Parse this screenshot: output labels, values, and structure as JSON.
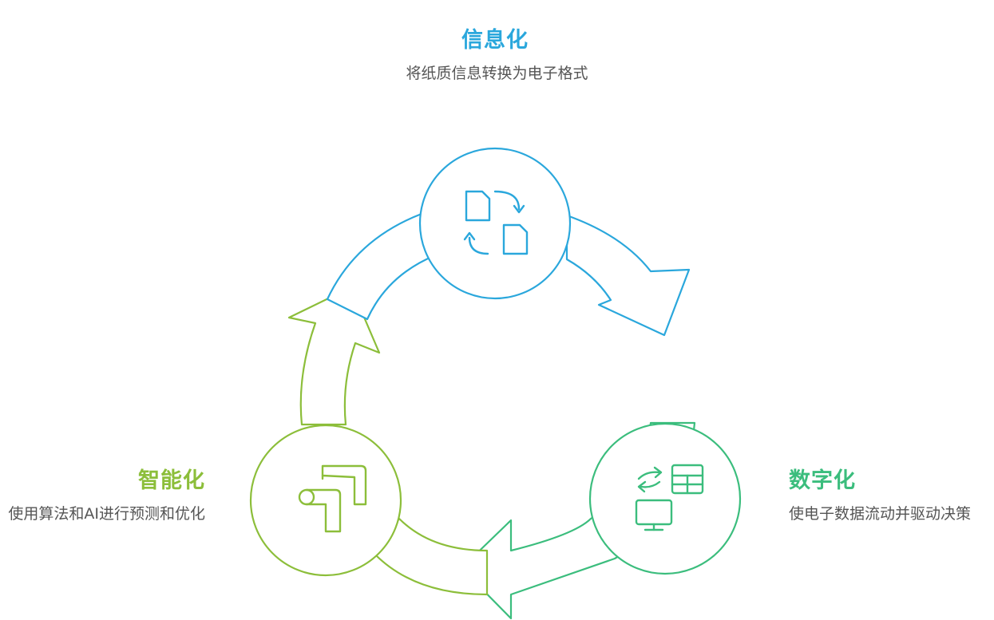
{
  "colors": {
    "informatization": "#2aa7dc",
    "digitalization": "#3bbd7d",
    "intelligentization": "#8cbe3a"
  },
  "stages": {
    "informatization": {
      "title": "信息化",
      "description": "将纸质信息转换为电子格式",
      "icon": "document-convert-icon"
    },
    "digitalization": {
      "title": "数字化",
      "description": "使电子数据流动并驱动决策",
      "icon": "data-flow-monitor-icon"
    },
    "intelligentization": {
      "title": "智能化",
      "description": "使用算法和AI进行预测和优化",
      "icon": "ai-pipeline-icon"
    }
  }
}
